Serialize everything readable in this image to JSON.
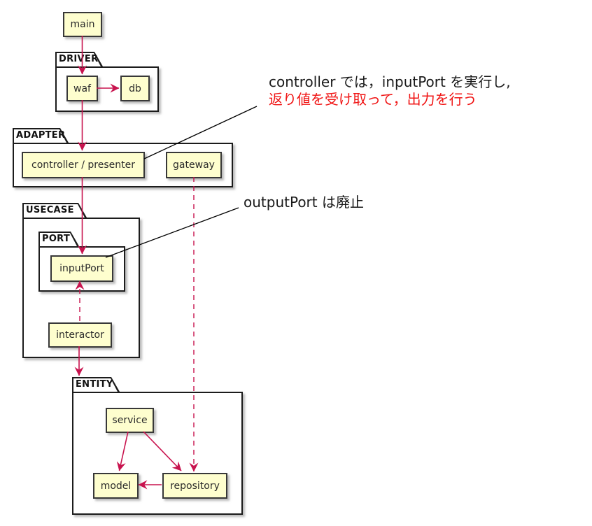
{
  "diagram": {
    "packages": {
      "driver": {
        "label": "DRIVER"
      },
      "adapter": {
        "label": "ADAPTER"
      },
      "usecase": {
        "label": "USECASE"
      },
      "port": {
        "label": "PORT"
      },
      "entity": {
        "label": "ENTITY"
      }
    },
    "nodes": {
      "main": {
        "label": "main"
      },
      "waf": {
        "label": "waf"
      },
      "db": {
        "label": "db"
      },
      "controller": {
        "label": "controller / presenter"
      },
      "gateway": {
        "label": "gateway"
      },
      "inputPort": {
        "label": "inputPort"
      },
      "interactor": {
        "label": "interactor"
      },
      "service": {
        "label": "service"
      },
      "model": {
        "label": "model"
      },
      "repository": {
        "label": "repository"
      }
    },
    "edges": [
      {
        "from": "main",
        "to": "waf",
        "type": "solid-arrow"
      },
      {
        "from": "waf",
        "to": "db",
        "type": "solid-arrow"
      },
      {
        "from": "waf",
        "to": "controller",
        "type": "solid-arrow"
      },
      {
        "from": "controller",
        "to": "inputPort",
        "type": "solid-arrow"
      },
      {
        "from": "interactor",
        "to": "inputPort",
        "type": "dashed-arrow"
      },
      {
        "from": "interactor",
        "to": "ENTITY",
        "type": "solid-arrow"
      },
      {
        "from": "gateway",
        "to": "repository",
        "type": "dashed-arrow"
      },
      {
        "from": "service",
        "to": "model",
        "type": "solid-arrow"
      },
      {
        "from": "service",
        "to": "repository",
        "type": "solid-arrow"
      },
      {
        "from": "repository",
        "to": "model",
        "type": "solid-arrow"
      },
      {
        "from": "controller",
        "to": "controller-note",
        "type": "pointer-line"
      },
      {
        "from": "inputPort",
        "to": "outputport-note",
        "type": "pointer-line"
      }
    ],
    "annotations": {
      "controller_note": {
        "line1": "controller では，inputPort を実行し,",
        "line2": "返り値を受け取って，出力を行う"
      },
      "outputport_note": "outputPort は廃止"
    },
    "colors": {
      "arrow": "#c8134e",
      "node_fill": "#fefece",
      "node_border": "#383838",
      "package_border": "#1c1c1c",
      "note_red": "#f01414",
      "note_black": "#1a1a1a"
    }
  }
}
